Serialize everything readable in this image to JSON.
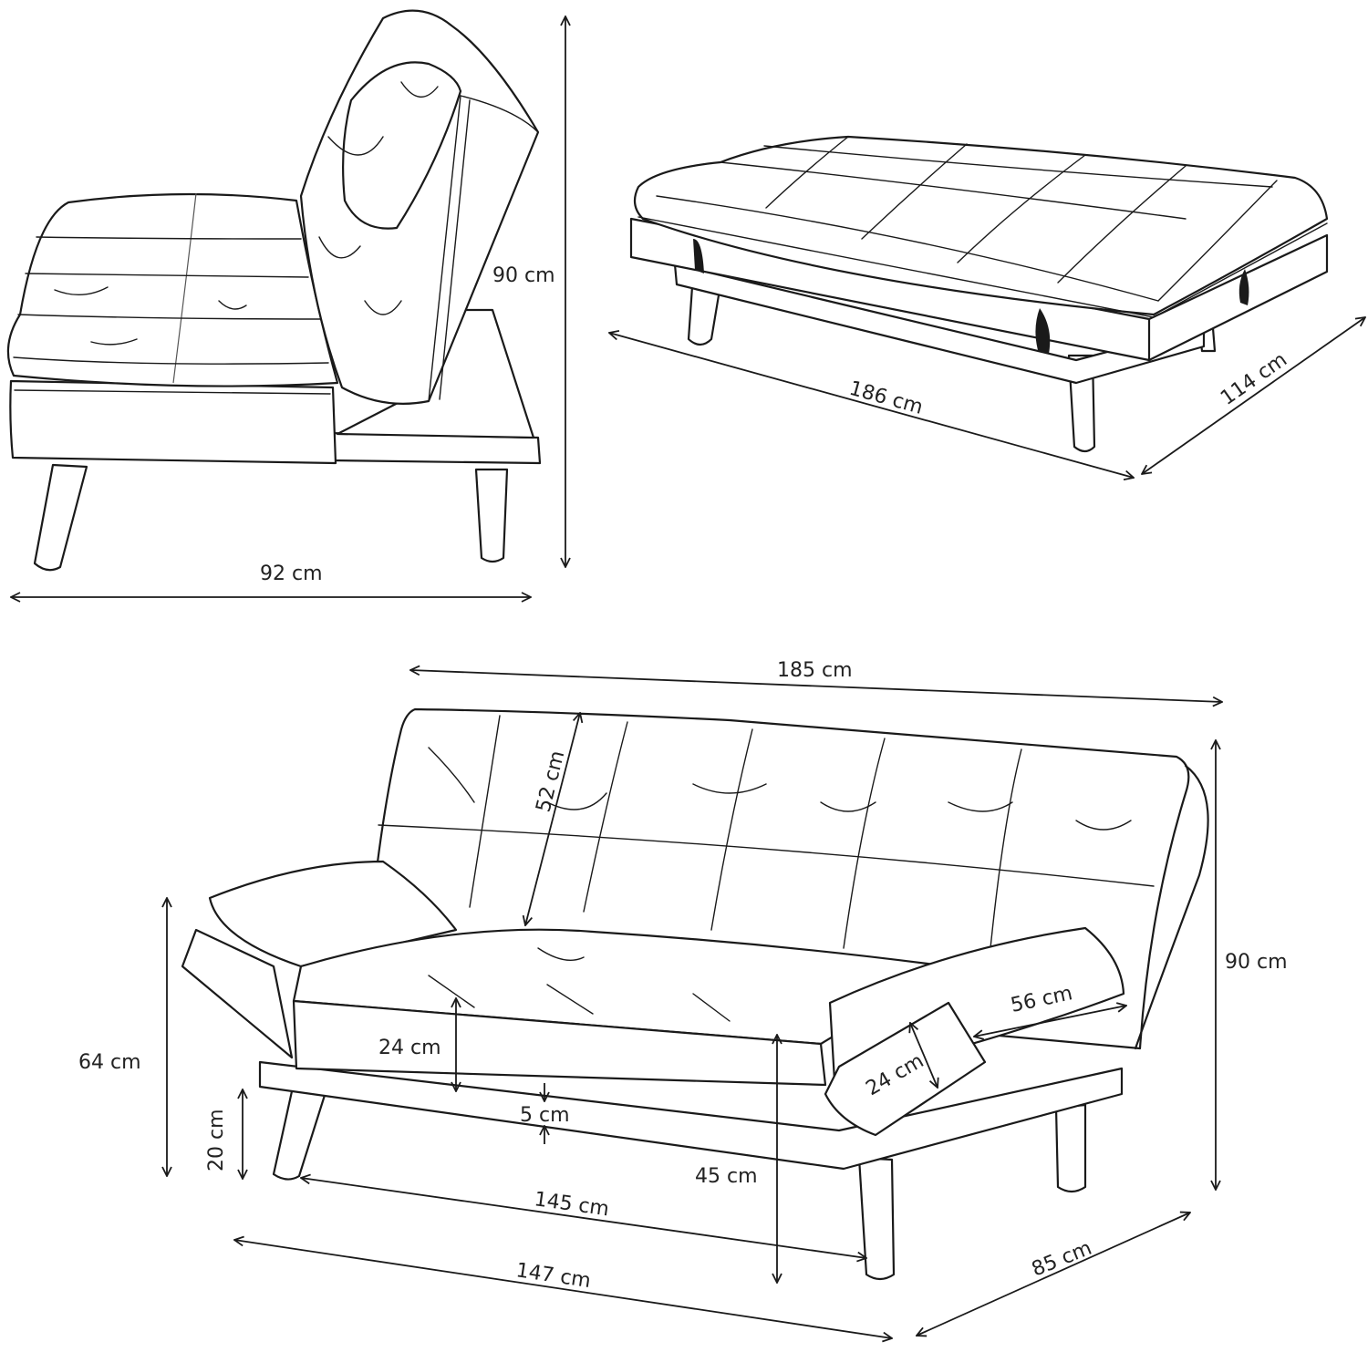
{
  "views": {
    "side": {
      "height_label": "90 cm",
      "depth_label": "92 cm"
    },
    "bed": {
      "length_label": "186 cm",
      "width_label": "114 cm"
    },
    "sofa": {
      "total_width_label": "185 cm",
      "total_height_label": "90 cm",
      "backrest_height_label": "52 cm",
      "arm_height_label": "64 cm",
      "leg_height_label": "20 cm",
      "seat_thickness_label": "24 cm",
      "frame_thickness_label": "5 cm",
      "seat_height_label": "45 cm",
      "arm_depth_label": "56 cm",
      "arm_thickness_label": "24 cm",
      "seat_width_label": "145 cm",
      "base_width_label": "147 cm",
      "depth_label": "85 cm"
    }
  }
}
